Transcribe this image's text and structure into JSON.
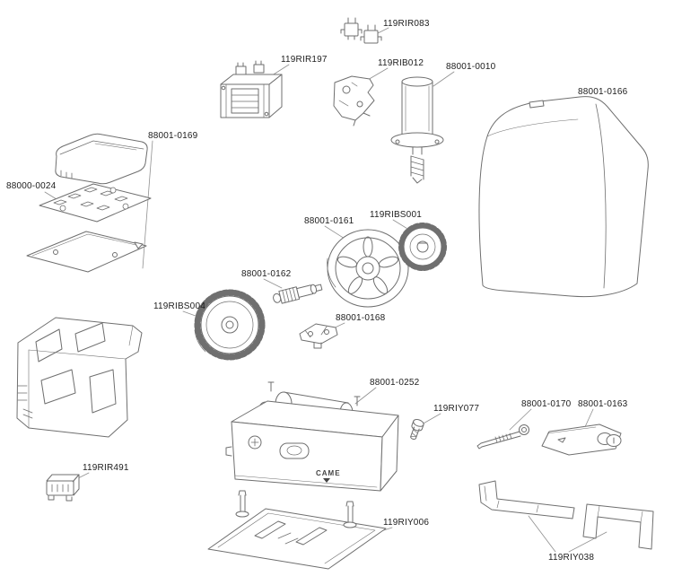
{
  "brand_marking": "CAME",
  "parts": [
    {
      "label": "119RIR083",
      "name": "brush-set"
    },
    {
      "label": "119RIR197",
      "name": "transformer"
    },
    {
      "label": "119RIB012",
      "name": "mounting-bracket"
    },
    {
      "label": "88001-0010",
      "name": "motor"
    },
    {
      "label": "88001-0166",
      "name": "cover-housing"
    },
    {
      "label": "88001-0169",
      "name": "top-cover"
    },
    {
      "label": "88000-0024",
      "name": "control-board"
    },
    {
      "label": "88001-0161",
      "name": "drive-pulley"
    },
    {
      "label": "119RIBS001",
      "name": "pinion-gear"
    },
    {
      "label": "88001-0162",
      "name": "worm-shaft"
    },
    {
      "label": "119RIBS004",
      "name": "drive-gear"
    },
    {
      "label": "88001-0168",
      "name": "limit-bracket"
    },
    {
      "label": "88001-0252",
      "name": "gearmotor-body"
    },
    {
      "label": "119RIY077",
      "name": "screw"
    },
    {
      "label": "88001-0170",
      "name": "release-pin"
    },
    {
      "label": "88001-0163",
      "name": "release-lever"
    },
    {
      "label": "119RIR491",
      "name": "small-module"
    },
    {
      "label": "119RIY006",
      "name": "base-plate"
    },
    {
      "label": "119RIY038",
      "name": "fixing-straps"
    }
  ]
}
